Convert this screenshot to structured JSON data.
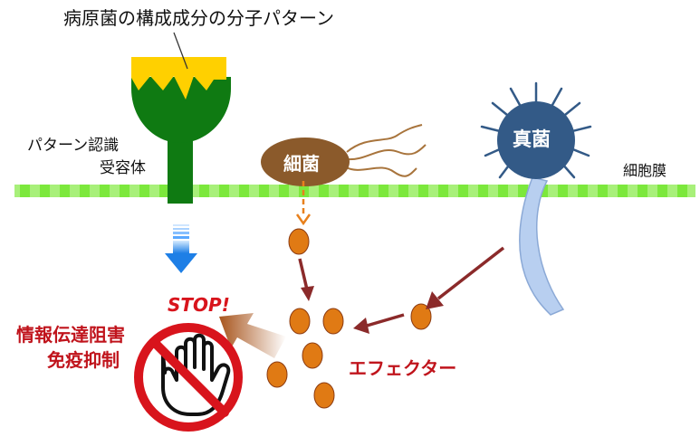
{
  "labels": {
    "pathogen_pattern": "病原菌の構成成分の分子パターン",
    "receptor_line1": "パターン認識",
    "receptor_line2": "受容体",
    "cell_membrane": "細胞膜",
    "bacteria": "細菌",
    "fungus": "真菌",
    "stop": "STOP!",
    "blocked_line1": "情報伝達阻害",
    "blocked_line2": "免疫抑制",
    "effector": "エフェクター"
  },
  "colors": {
    "membrane": "#7ce83c",
    "receptor": "#0f7a12",
    "pattern": "#ffd000",
    "bacteria": "#8b5a2b",
    "fungus": "#335a87",
    "effector": "#e07a14",
    "effector_arrow": "#8b2a2a",
    "signal_arrow": "#1e90ff",
    "stop_text": "#d8141c",
    "prohibition": "#d8141c"
  },
  "icons": [
    "prohibition-hand-icon"
  ]
}
